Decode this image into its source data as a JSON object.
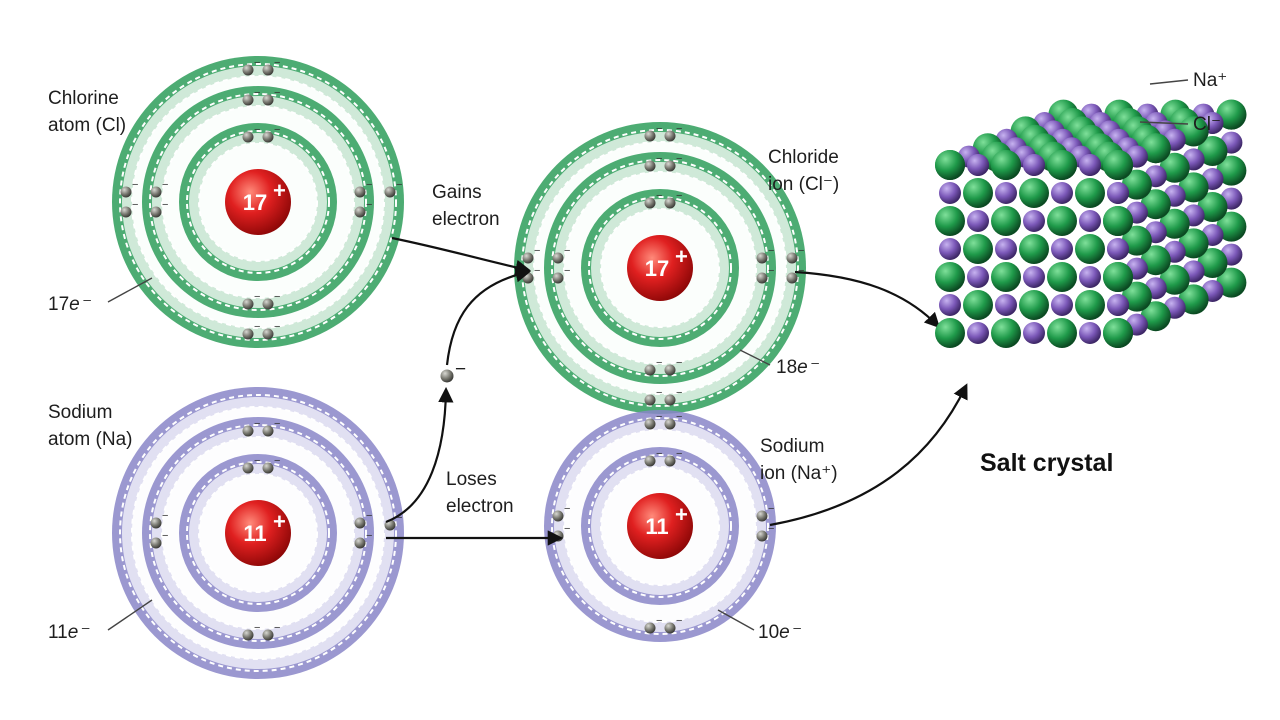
{
  "labels": {
    "chlorine_atom": [
      "Chlorine",
      "atom (Cl)"
    ],
    "sodium_atom": [
      "Sodium",
      "atom (Na)"
    ],
    "chloride_ion": [
      "Chloride",
      "ion (Cl⁻)"
    ],
    "sodium_ion": [
      "Sodium",
      "ion (Na⁺)"
    ],
    "gains": [
      "Gains",
      "electron"
    ],
    "loses": [
      "Loses",
      "electron"
    ],
    "salt_crystal": "Salt crystal",
    "na_plus": "Na⁺",
    "cl_minus": "Cl⁻",
    "free_electron_sign": "−"
  },
  "atoms": {
    "chlorine_atom": {
      "nucleus": "17",
      "nucleus_sign": "+",
      "electron_count": "17",
      "electrons_by_shell": [
        2,
        8,
        7
      ]
    },
    "chloride_ion": {
      "nucleus": "17",
      "nucleus_sign": "+",
      "electron_count": "18",
      "electrons_by_shell": [
        2,
        8,
        8
      ]
    },
    "sodium_atom": {
      "nucleus": "11",
      "nucleus_sign": "+",
      "electron_count": "11",
      "electrons_by_shell": [
        2,
        8,
        1
      ]
    },
    "sodium_ion": {
      "nucleus": "11",
      "nucleus_sign": "+",
      "electron_count": "10",
      "electrons_by_shell": [
        2,
        8
      ]
    }
  },
  "electron_label_suffix": "e⁻",
  "colors": {
    "chlorine_ring": "#2e9e5b",
    "chlorine_ring_light": "#cfe9d8",
    "sodium_ring": "#8a86c8",
    "sodium_ring_light": "#e1e0f2",
    "nucleus": "#d11a1a",
    "electron": "#6a6a66",
    "crystal_green": "#1f9a4a",
    "crystal_purple": "#7b58b8"
  }
}
